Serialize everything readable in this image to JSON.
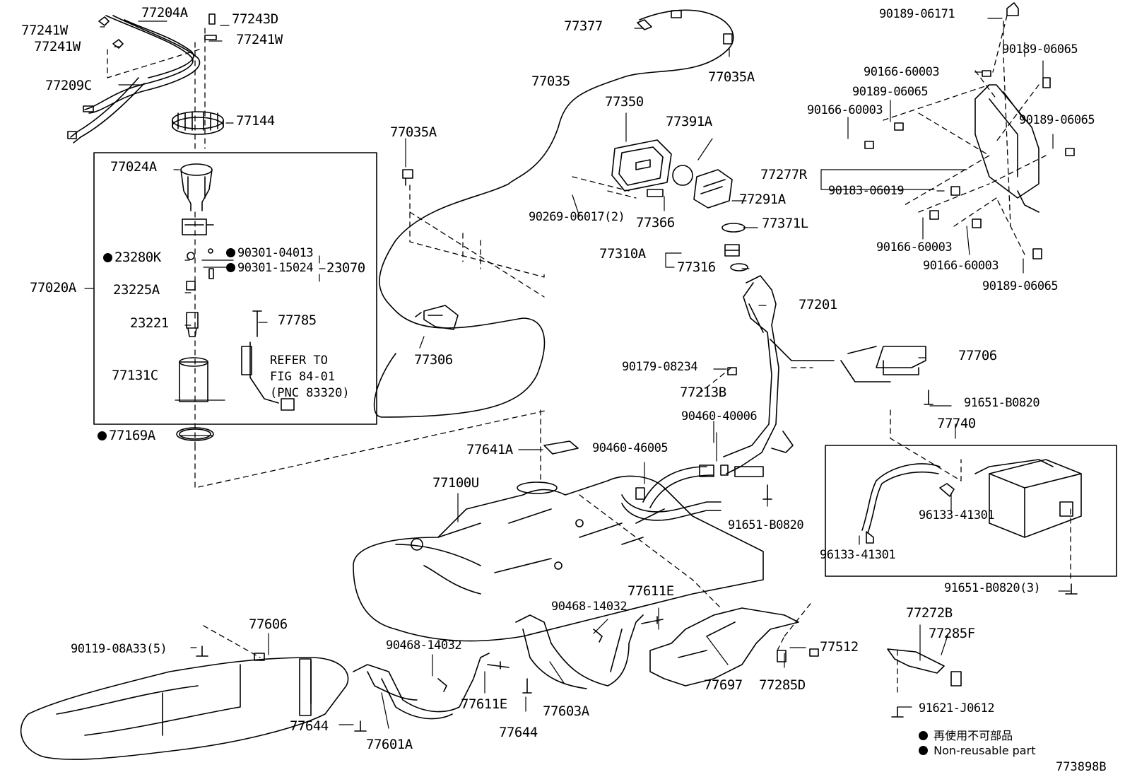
{
  "figure_id": "773898B",
  "legend": {
    "ja": "再使用不可部品",
    "en": "Non-reusable part"
  },
  "note": {
    "line1": "REFER TO",
    "line2": "FIG 84-01",
    "line3": "(PNC 83320)"
  },
  "parts": {
    "p77241W_a": "77241W",
    "p77241W_b": "77241W",
    "p77204A": "77204A",
    "p77243D": "77243D",
    "p77241W_c": "77241W",
    "p77209C": "77209C",
    "p77144": "77144",
    "p77024A": "77024A",
    "p23280K": "23280K",
    "p90301_04013": "90301-04013",
    "p90301_15024": "90301-15024",
    "p23070": "23070",
    "p77020A": "77020A",
    "p23225A": "23225A",
    "p23221": "23221",
    "p77785": "77785",
    "p77131C": "77131C",
    "p77169A": "77169A",
    "p77377": "77377",
    "p77035": "77035",
    "p77035A_top": "77035A",
    "p77035A_left": "77035A",
    "p77350": "77350",
    "p77391A": "77391A",
    "p77291A": "77291A",
    "p90269": "90269-06017(2)",
    "p77366": "77366",
    "p77371L": "77371L",
    "p77310A": "77310A",
    "p77316": "77316",
    "p77306": "77306",
    "p77201": "77201",
    "p90179": "90179-08234",
    "p77706": "77706",
    "p77213B": "77213B",
    "p90460_40006": "90460-40006",
    "p90460_46005": "90460-46005",
    "p77641A": "77641A",
    "p77100U": "77100U",
    "p91651_a": "91651-B0820",
    "p91651_b": "91651-B0820",
    "p91651_c": "91651-B0820(3)",
    "p77740": "77740",
    "p96133_a": "96133-41301",
    "p96133_b": "96133-41301",
    "p90189_06171": "90189-06171",
    "p90189_06065_a": "90189-06065",
    "p90166_60003_a": "90166-60003",
    "p90189_06065_b": "90189-06065",
    "p90166_60003_b": "90166-60003",
    "p90189_06065_c": "90189-06065",
    "p77277R": "77277R",
    "p90183": "90183-06019",
    "p90166_60003_c": "90166-60003",
    "p90166_60003_d": "90166-60003",
    "p90189_06065_d": "90189-06065",
    "p77611E_a": "77611E",
    "p90468_a": "90468-14032",
    "p77606": "77606",
    "p90119": "90119-08A33(5)",
    "p90468_b": "90468-14032",
    "p77611E_b": "77611E",
    "p77644_a": "77644",
    "p77644_b": "77644",
    "p77601A": "77601A",
    "p77603A": "77603A",
    "p77697": "77697",
    "p77512": "77512",
    "p77285D": "77285D",
    "p77272B": "77272B",
    "p77285F": "77285F",
    "p91621": "91621-J0612"
  }
}
